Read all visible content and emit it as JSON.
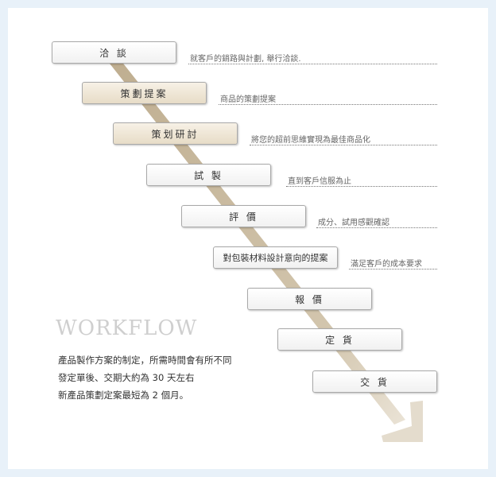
{
  "steps": [
    {
      "label": "洽 談",
      "desc": "就客戶的銷路與計劃, 舉行洽談."
    },
    {
      "label": "策劃提案",
      "desc": "商品的策劃提案"
    },
    {
      "label": "策划研討",
      "desc": "將您的超前思維實現為最佳商品化"
    },
    {
      "label": "試 製",
      "desc": "直到客戶信服為止"
    },
    {
      "label": "評 價",
      "desc": "成分、試用感觀確認"
    },
    {
      "label": "對包裝材料設計意向的提案",
      "desc": "滿足客戶的成本要求"
    },
    {
      "label": "報 價"
    },
    {
      "label": "定 貨"
    },
    {
      "label": "交 貨"
    }
  ],
  "workflow_title": "WORKFLOW",
  "note_lines": [
    "產品製作方案的制定，所需時間會有所不同",
    "發定單後、交期大約為 30 天左右",
    "新產品策劃定案最短為 2 個月。"
  ],
  "colors": {
    "background": "#e8f1f9",
    "arrow": "#c9b89d",
    "arrow_head": "#e4dccd",
    "step_white": "#ffffff",
    "step_beige": "#ebe1ce"
  }
}
